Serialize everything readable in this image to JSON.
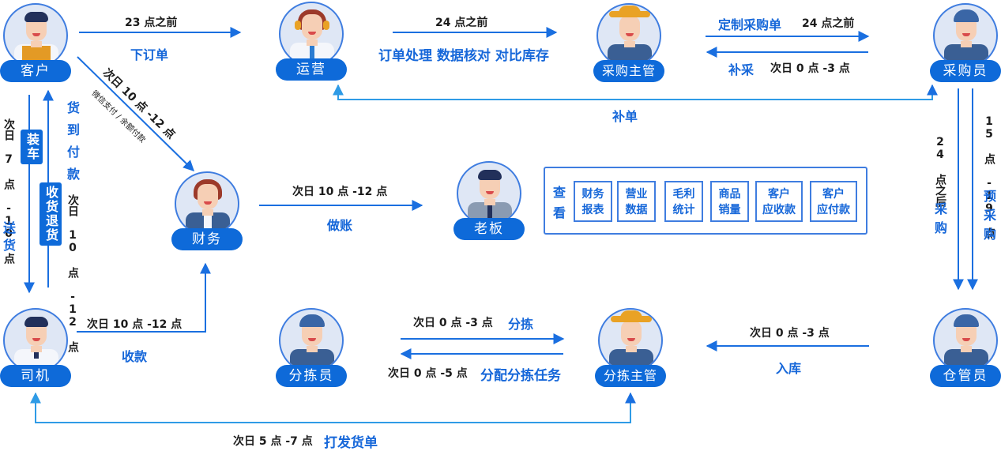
{
  "colors": {
    "accent": "#0e6ad9",
    "line": "#1a6fe0",
    "line_light": "#3fa3e8",
    "text_dark": "#1b1b1b",
    "avatar_bg": "#dfe7f5"
  },
  "nodes": {
    "customer": {
      "label": "客户",
      "icon": "customer-avatar-icon"
    },
    "operations": {
      "label": "运营",
      "icon": "operator-headset-avatar-icon"
    },
    "purchasing_manager": {
      "label": "采购主管",
      "icon": "manager-hat-avatar-icon"
    },
    "buyer": {
      "label": "采购员",
      "icon": "worker-cap-avatar-icon"
    },
    "finance": {
      "label": "财务",
      "icon": "finance-avatar-icon"
    },
    "boss": {
      "label": "老板",
      "icon": "boss-avatar-icon"
    },
    "driver": {
      "label": "司机",
      "icon": "driver-avatar-icon"
    },
    "sorter": {
      "label": "分拣员",
      "icon": "sorter-avatar-icon"
    },
    "sorting_manager": {
      "label": "分拣主管",
      "icon": "sorting-manager-avatar-icon"
    },
    "warehouse_keeper": {
      "label": "仓管员",
      "icon": "warehouse-avatar-icon"
    }
  },
  "flows": {
    "place_order": {
      "time": "23 点之前",
      "action": "下订单"
    },
    "order_process": {
      "time": "24 点之前",
      "action": "订单处理 数据核对 对比库存"
    },
    "custom_po": {
      "action": "定制采购单",
      "time": "24 点之前"
    },
    "replenish_buy": {
      "action": "补采",
      "time": "次日 0 点 -3 点"
    },
    "supplement_order": {
      "action": "补单"
    },
    "payment": {
      "time": "次日 10 点 -12 点",
      "note": "微信支付 / 余额付款"
    },
    "bookkeeping": {
      "time": "次日 10 点 -12 点",
      "action": "做账"
    },
    "load": {
      "tag": "装车",
      "time": "次日 7 点 -10 点",
      "action": "送货"
    },
    "cod": {
      "action": "货到付款",
      "tag": "收货退货",
      "time": "次日 10 点 -12 点"
    },
    "purchase_after": {
      "time": "24 点之后",
      "action": "采购"
    },
    "pre_purchase": {
      "time": "15 点 -19 点",
      "action": "预采购"
    },
    "collect": {
      "time": "次日 10 点 -12 点",
      "action": "收款"
    },
    "sort": {
      "time": "次日 0 点 -3 点",
      "action": "分拣"
    },
    "assign_sort": {
      "time": "次日 0 点 -5 点",
      "action": "分配分拣任务"
    },
    "stock_in": {
      "time": "次日 0 点 -3 点",
      "action": "入库"
    },
    "dispatch": {
      "time": "次日 5 点 -7 点",
      "action": "打发货单"
    }
  },
  "view_panel": {
    "title": "查看",
    "items": [
      {
        "line1": "财务",
        "line2": "报表"
      },
      {
        "line1": "营业",
        "line2": "数据"
      },
      {
        "line1": "毛利",
        "line2": "统计"
      },
      {
        "line1": "商品",
        "line2": "销量"
      },
      {
        "line1": "客户",
        "line2": "应收款"
      },
      {
        "line1": "客户",
        "line2": "应付款"
      }
    ]
  }
}
